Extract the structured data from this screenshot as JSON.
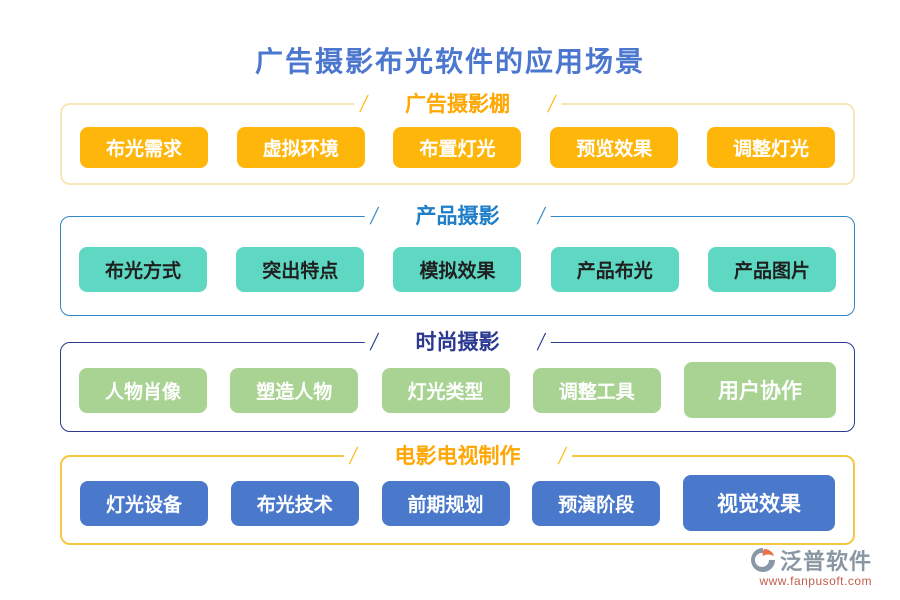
{
  "page": {
    "title": "广告摄影布光软件的应用场景",
    "title_color": "#4c77cf",
    "background": "#ffffff"
  },
  "sections": [
    {
      "title": "广告摄影棚",
      "title_color": "#ffa702",
      "border_color": "#f7e7b8",
      "button_bg": "#ffb60b",
      "button_text_color": "#ffffff",
      "buttons": [
        "布光需求",
        "虚拟环境",
        "布置灯光",
        "预览效果",
        "调整灯光"
      ]
    },
    {
      "title": "产品摄影",
      "title_color": "#1e7ec8",
      "border_color": "#2f86c5",
      "button_bg": "#5fd8c3",
      "button_text_color": "#1f1f1f",
      "buttons": [
        "布光方式",
        "突出特点",
        "模拟效果",
        "产品布光",
        "产品图片"
      ]
    },
    {
      "title": "时尚摄影",
      "title_color": "#2b3990",
      "border_color": "#2b3990",
      "button_bg": "#a8d392",
      "button_text_color": "#ffffff",
      "buttons": [
        "人物肖像",
        "塑造人物",
        "灯光类型",
        "调整工具",
        "用户协作"
      ]
    },
    {
      "title": "电影电视制作",
      "title_color": "#ffa702",
      "border_color": "#f5c842",
      "button_bg": "#4a79cb",
      "button_text_color": "#ffffff",
      "buttons": [
        "灯光设备",
        "布光技术",
        "前期规划",
        "预演阶段",
        "视觉效果"
      ]
    }
  ],
  "decor": {
    "slash": "/"
  },
  "footer": {
    "brand": "泛普软件",
    "url": "www.fanpusoft.com",
    "brand_color": "#8a97a3",
    "url_color": "#c0604e",
    "logo_gray": "#8a97a8",
    "logo_orange": "#e8734d"
  }
}
